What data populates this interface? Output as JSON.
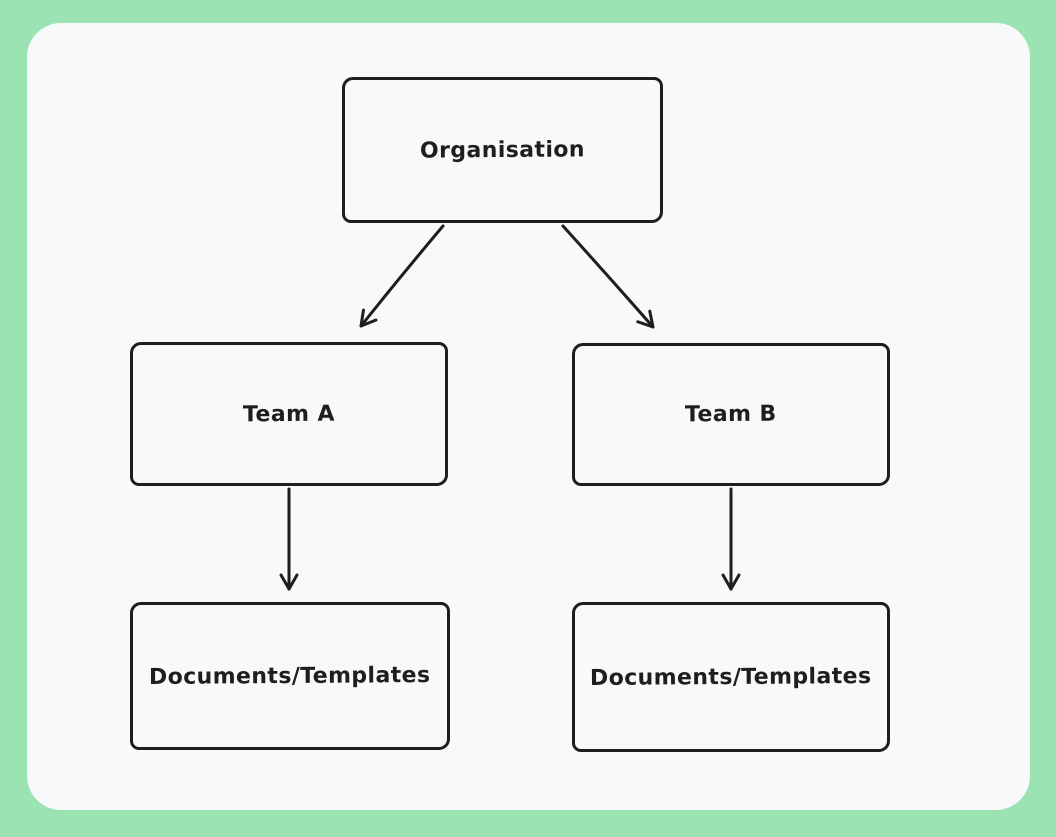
{
  "diagram": {
    "type": "flowchart",
    "style": "hand-drawn",
    "nodes": [
      {
        "id": "organisation",
        "label": "Organisation"
      },
      {
        "id": "team-a",
        "label": "Team A"
      },
      {
        "id": "team-b",
        "label": "Team B"
      },
      {
        "id": "documents-templates-a",
        "label": "Documents/Templates"
      },
      {
        "id": "documents-templates-b",
        "label": "Documents/Templates"
      }
    ],
    "edges": [
      {
        "from": "organisation",
        "to": "team-a"
      },
      {
        "from": "organisation",
        "to": "team-b"
      },
      {
        "from": "team-a",
        "to": "documents-templates-a"
      },
      {
        "from": "team-b",
        "to": "documents-templates-b"
      }
    ],
    "colors": {
      "frame_background": "#9ce3b3",
      "canvas_background": "#f8f9fa",
      "stroke": "#1e1e1e",
      "text": "#1e1e1e"
    }
  }
}
